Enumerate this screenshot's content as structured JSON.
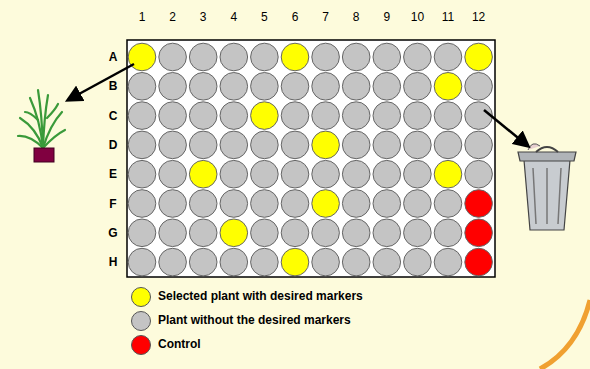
{
  "diagram": {
    "labels": [
      "1",
      "2",
      "3",
      "4",
      "5",
      "6",
      "7",
      "8",
      "9",
      "10",
      "11",
      "12",
      "A",
      "B",
      "C",
      "D",
      "E",
      "F",
      "G",
      "H"
    ],
    "legend": [
      {
        "text": "Selected plant with desired markers",
        "color": "#ffff00"
      },
      {
        "text": "Plant without the desired markers",
        "color": "#c4c4c4"
      },
      {
        "text": "Control",
        "color": "#ff0000"
      }
    ]
  }
}
